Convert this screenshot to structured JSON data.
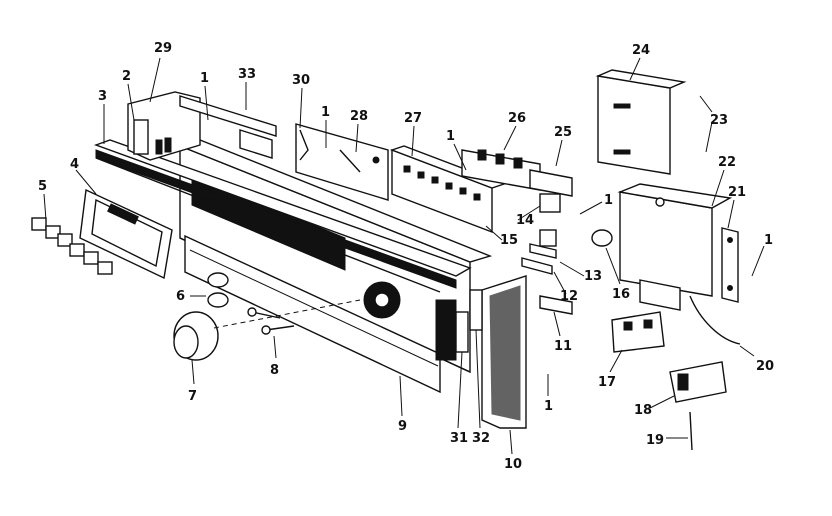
{
  "diagram": {
    "callouts": [
      {
        "id": "c29",
        "text": "29"
      },
      {
        "id": "c2",
        "text": "2"
      },
      {
        "id": "c3",
        "text": "3"
      },
      {
        "id": "c1a",
        "text": "1"
      },
      {
        "id": "c33",
        "text": "33"
      },
      {
        "id": "c30",
        "text": "30"
      },
      {
        "id": "c1b",
        "text": "1"
      },
      {
        "id": "c28",
        "text": "28"
      },
      {
        "id": "c27",
        "text": "27"
      },
      {
        "id": "c1c",
        "text": "1"
      },
      {
        "id": "c26",
        "text": "26"
      },
      {
        "id": "c25",
        "text": "25"
      },
      {
        "id": "c24",
        "text": "24"
      },
      {
        "id": "c23",
        "text": "23"
      },
      {
        "id": "c22",
        "text": "22"
      },
      {
        "id": "c21",
        "text": "21"
      },
      {
        "id": "c1d",
        "text": "1"
      },
      {
        "id": "c1e",
        "text": "1"
      },
      {
        "id": "c4",
        "text": "4"
      },
      {
        "id": "c5",
        "text": "5"
      },
      {
        "id": "c14",
        "text": "14"
      },
      {
        "id": "c15",
        "text": "15"
      },
      {
        "id": "c13",
        "text": "13"
      },
      {
        "id": "c12",
        "text": "12"
      },
      {
        "id": "c16",
        "text": "16"
      },
      {
        "id": "c11",
        "text": "11"
      },
      {
        "id": "c6",
        "text": "6"
      },
      {
        "id": "c8",
        "text": "8"
      },
      {
        "id": "c7",
        "text": "7"
      },
      {
        "id": "c9",
        "text": "9"
      },
      {
        "id": "c31",
        "text": "31"
      },
      {
        "id": "c32",
        "text": "32"
      },
      {
        "id": "c10",
        "text": "10"
      },
      {
        "id": "c17",
        "text": "17"
      },
      {
        "id": "c1f",
        "text": "1"
      },
      {
        "id": "c18",
        "text": "18"
      },
      {
        "id": "c19",
        "text": "19"
      },
      {
        "id": "c20",
        "text": "20"
      }
    ]
  }
}
